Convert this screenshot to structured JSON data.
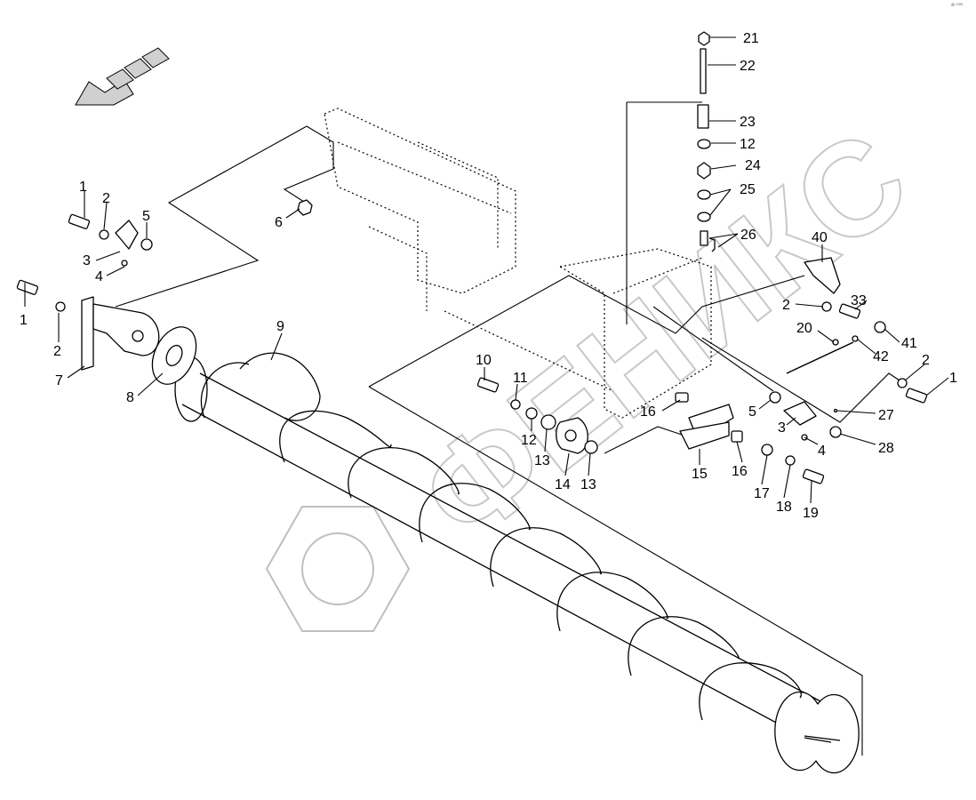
{
  "corner_mark": "ᵃᵇ ⁰⁰⁰",
  "watermark_text": "ФЕНИКС",
  "callouts": {
    "c1a": "1",
    "c2a": "2",
    "c5a": "5",
    "c3a": "3",
    "c4a": "4",
    "c6": "6",
    "c1b": "1",
    "c2b": "2",
    "c7": "7",
    "c8": "8",
    "c9": "9",
    "c10": "10",
    "c11": "11",
    "c12a": "12",
    "c13a": "13",
    "c14": "14",
    "c13b": "13",
    "c16a": "16",
    "c15": "15",
    "c16b": "16",
    "c17": "17",
    "c18": "18",
    "c19": "19",
    "c5b": "5",
    "c3b": "3",
    "c4b": "4",
    "c27": "27",
    "c28": "28",
    "c21": "21",
    "c22": "22",
    "c23": "23",
    "c12b": "12",
    "c24": "24",
    "c25": "25",
    "c26": "26",
    "c40": "40",
    "c2c": "2",
    "c33": "33",
    "c20": "20",
    "c41": "41",
    "c42": "42",
    "c2d": "2",
    "c1c": "1"
  },
  "colors": {
    "line": "#000000",
    "watermark": "#bfbfbf",
    "arrow_fill": "#d0d0d0",
    "background": "#ffffff"
  }
}
